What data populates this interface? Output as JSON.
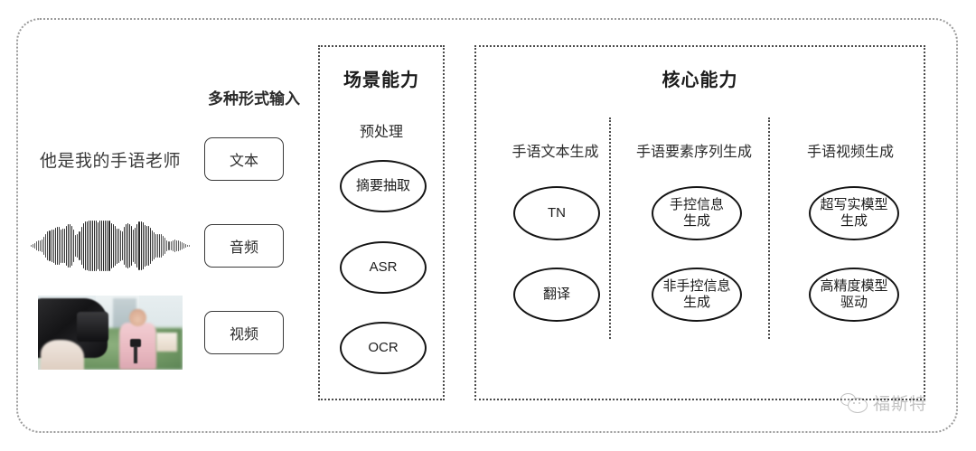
{
  "diagram": {
    "input_section": {
      "heading": "多种形式输入",
      "rows": [
        {
          "media_kind": "text-sample",
          "sample_text": "他是我的手语老师",
          "tag_label": "文本"
        },
        {
          "media_kind": "audio-waveform",
          "sample_text": "",
          "tag_label": "音频"
        },
        {
          "media_kind": "video-thumbnail",
          "sample_text": "",
          "tag_label": "视频"
        }
      ]
    },
    "scene_panel": {
      "title": "场景能力",
      "subtitle": "预处理",
      "nodes": [
        "摘要抽取",
        "ASR",
        "OCR"
      ]
    },
    "core_panel": {
      "title": "核心能力",
      "columns": [
        {
          "heading": "手语文本生成",
          "nodes": [
            "TN",
            "翻译"
          ]
        },
        {
          "heading": "手语要素序列生成",
          "nodes": [
            "手控信息\n生成",
            "非手控信息\n生成"
          ]
        },
        {
          "heading": "手语视频生成",
          "nodes": [
            "超写实模型\n生成",
            "高精度模型\n驱动"
          ]
        }
      ]
    },
    "watermark": {
      "text": "福斯特",
      "icon": "wechat-bubbles-icon"
    },
    "colors": {
      "frame": "#9a9a9a",
      "panel_border": "#4a4a4a",
      "node_border": "#141414",
      "text": "#2b2b2b",
      "background": "#ffffff"
    }
  }
}
